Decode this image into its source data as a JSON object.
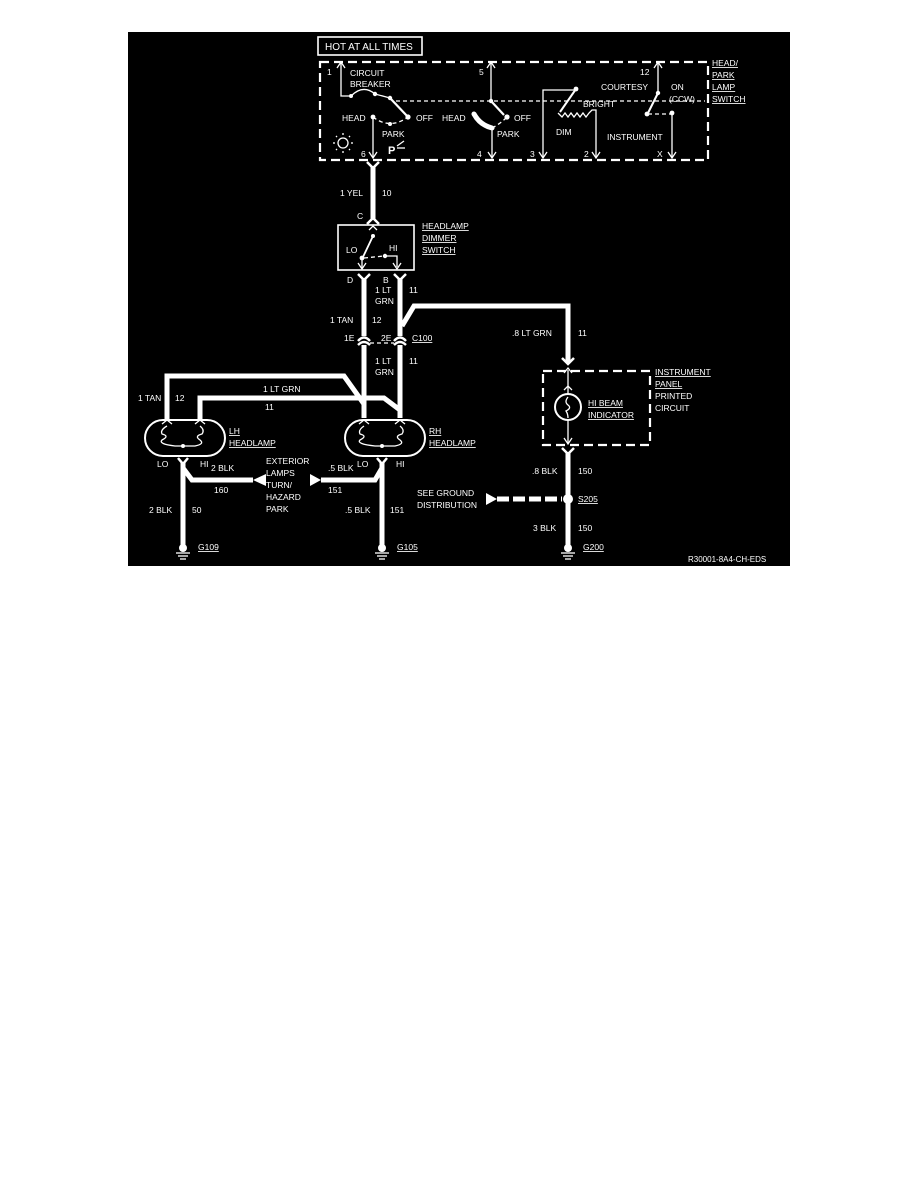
{
  "diagram": {
    "title_box": "HOT AT ALL TIMES",
    "drawing_id": "R30001-8A4-CH-EDS",
    "head_park_switch": {
      "label": [
        "HEAD/",
        "PARK",
        "LAMP",
        "SWITCH"
      ],
      "circuit_breaker": [
        "CIRCUIT",
        "BREAKER"
      ],
      "terminals": {
        "t1": "1",
        "t5": "5",
        "t12": "12",
        "t6": "6",
        "t4": "4",
        "t3": "3",
        "t2": "2",
        "tx": "X"
      },
      "positions": {
        "head_1": "HEAD",
        "off_1": "OFF",
        "park_1": "PARK",
        "head_2": "HEAD",
        "off_2": "OFF",
        "park_2": "PARK",
        "courtesy": "COURTESY",
        "on": "ON",
        "ccw": "(CCW)",
        "bright": "BRIGHT",
        "dim": "DIM",
        "instrument": "INSTRUMENT"
      },
      "icons": [
        "headlamp-symbol",
        "parklamp-symbol"
      ]
    },
    "wire_10": {
      "size_color": "1 YEL",
      "circuit": "10",
      "connector": "C"
    },
    "dimmer_switch": {
      "label": [
        "HEADLAMP",
        "DIMMER",
        "SWITCH"
      ],
      "lo": "LO",
      "hi": "HI",
      "terminal_d": "D",
      "terminal_b": "B"
    },
    "wire_11_upper": {
      "size_color": [
        "1 LT",
        "GRN"
      ],
      "circuit": "11"
    },
    "wire_12_upper": {
      "size_color": "1 TAN",
      "circuit": "12"
    },
    "connector_c100": {
      "label": "C100",
      "pin_1e": "1E",
      "pin_2e": "2E"
    },
    "wire_11_lower": {
      "size_color": [
        "1 LT",
        "GRN"
      ],
      "circuit": "11"
    },
    "wire_11_indicator": {
      "size_color": ".8 LT GRN",
      "circuit": "11"
    },
    "wire_12_lh": {
      "size_color": "1 TAN",
      "circuit": "12"
    },
    "wire_11_lh": {
      "size_color": "1 LT GRN",
      "circuit": "11"
    },
    "lh_headlamp": {
      "label": [
        "LH",
        "HEADLAMP"
      ],
      "lo": "LO",
      "hi": "HI"
    },
    "rh_headlamp": {
      "label": [
        "RH",
        "HEADLAMP"
      ],
      "lo": "LO",
      "hi": "HI"
    },
    "exterior_lamps": {
      "label": [
        "EXTERIOR",
        "LAMPS",
        "TURN/",
        "HAZARD",
        "PARK"
      ]
    },
    "wire_160": {
      "size_color": "2 BLK",
      "circuit": "160"
    },
    "wire_151_top": {
      "size_color": ".5 BLK",
      "circuit": "151"
    },
    "wire_50": {
      "size_color": "2 BLK",
      "circuit": "50"
    },
    "wire_151_bottom": {
      "size_color": ".5 BLK",
      "circuit": "151"
    },
    "ground_g109": "G109",
    "ground_g105": "G105",
    "instrument_panel": {
      "label": [
        "INSTRUMENT",
        "PANEL",
        "PRINTED",
        "CIRCUIT"
      ],
      "indicator": [
        "HI BEAM",
        "INDICATOR"
      ]
    },
    "wire_150_upper": {
      "size_color": ".8 BLK",
      "circuit": "150"
    },
    "splice_s205": "S205",
    "see_ground": [
      "SEE GROUND",
      "DISTRIBUTION"
    ],
    "wire_150_lower": {
      "size_color": "3 BLK",
      "circuit": "150"
    },
    "ground_g200": "G200"
  }
}
